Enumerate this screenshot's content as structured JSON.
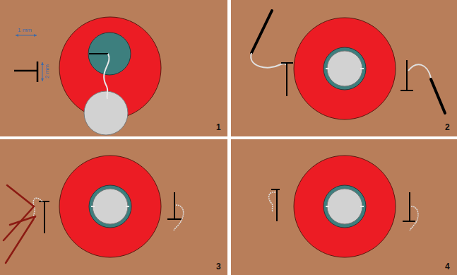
{
  "diagram": {
    "labels": [
      "1 mm",
      "2 mm",
      "1",
      "2",
      "3",
      "4"
    ]
  }
}
